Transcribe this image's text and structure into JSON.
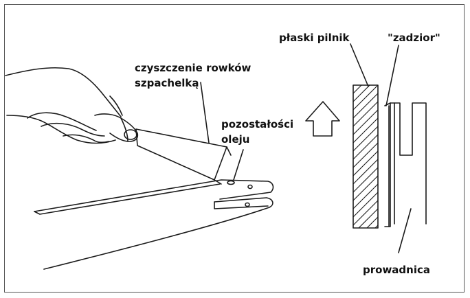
{
  "labels": {
    "scraper_line1": "czyszczenie rowków",
    "scraper_line2": "szpachelką",
    "oil_line1": "pozostałości",
    "oil_line2": "oleju",
    "flat_file": "płaski pilnik",
    "burr": "\"zadzior\"",
    "guide_bar": "prowadnica"
  },
  "icons": {
    "hand": "hand-illustration",
    "scraper": "scraper-tool",
    "bar": "chainsaw-guide-bar",
    "file": "flat-file-hatched",
    "arrow": "up-arrow-outline"
  },
  "colors": {
    "line": "#1a1a1a",
    "background": "#ffffff"
  }
}
